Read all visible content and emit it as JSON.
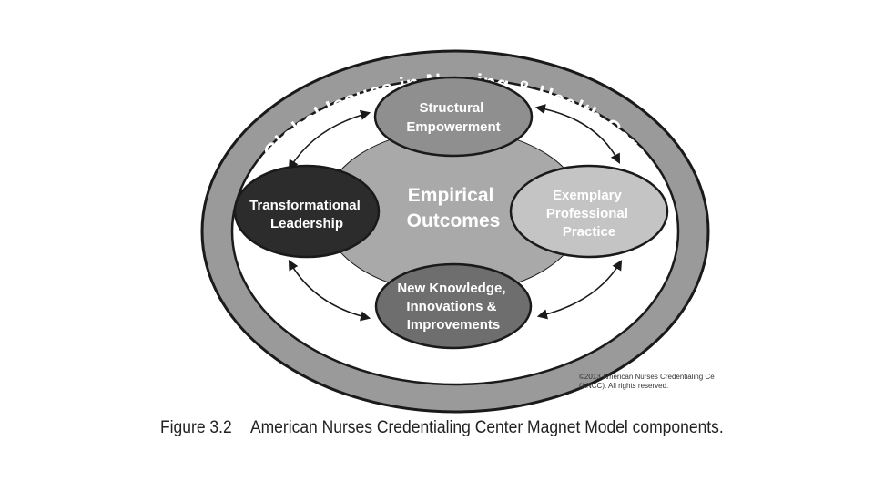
{
  "outer_ring": {
    "label": "Global Issues in Nursing & Health Care"
  },
  "center": {
    "line1": "Empirical",
    "line2": "Outcomes"
  },
  "nodes": {
    "top": {
      "line1": "Structural",
      "line2": "Empowerment"
    },
    "left": {
      "line1": "Transformational",
      "line2": "Leadership"
    },
    "right": {
      "line1": "Exemplary",
      "line2": "Professional",
      "line3": "Practice"
    },
    "bottom": {
      "line1": "New Knowledge,",
      "line2": "Innovations &",
      "line3": "Improvements"
    }
  },
  "copyright": {
    "line1": "©2013 American Nurses Credentialing Ce",
    "line2": "(ANCC). All rights reserved."
  },
  "caption": {
    "figure_number": "Figure 3.2",
    "text": "American Nurses Credentialing Center Magnet Model components."
  },
  "colors": {
    "outer_ring": "#9a9a9a",
    "inner_background": "#ffffff",
    "center_ellipse": "#a9a9a9",
    "top_node": "#8f8f8f",
    "left_node": "#2c2c2c",
    "right_node": "#c4c4c4",
    "bottom_node": "#6e6e6e",
    "outline": "#1a1a1a",
    "arrow": "#1a1a1a"
  }
}
